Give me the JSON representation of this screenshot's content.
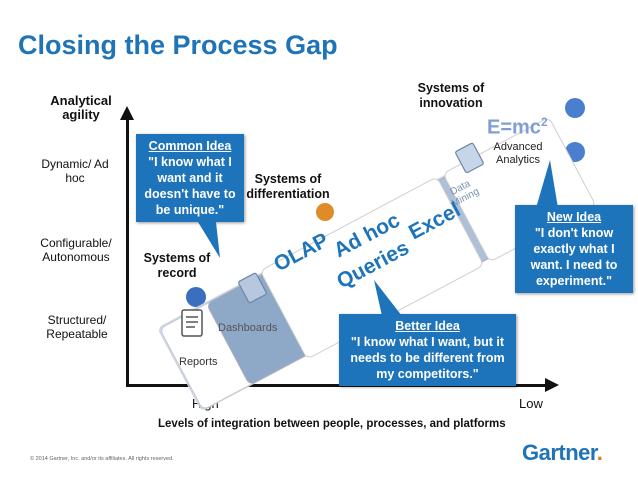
{
  "title": "Closing the Process Gap",
  "y_axis": {
    "title": "Analytical agility",
    "levels": [
      "Dynamic/ Ad hoc",
      "Configurable/ Autonomous",
      "Structured/ Repeatable"
    ]
  },
  "x_axis": {
    "left": "High",
    "right": "Low",
    "caption": "Levels of integration between people, processes, and platforms"
  },
  "systems": {
    "record": "Systems of record",
    "differentiation": "Systems of differentiation",
    "innovation": "Systems of innovation"
  },
  "panels": {
    "reports": "Reports",
    "dashboards": "Dashboards",
    "data_mining": "Data Mining",
    "tags": [
      "OLAP",
      "Ad hoc",
      "Queries",
      "Excel"
    ],
    "emc": "E=mc",
    "emc_sup": "2",
    "advanced": "Advanced Analytics"
  },
  "callouts": {
    "common": {
      "head": "Common Idea",
      "body": "\"I know what I want and it doesn't have to be unique.\""
    },
    "better": {
      "head": "Better Idea",
      "body": "\"I know what I want, but it needs to be different from my competitors.\""
    },
    "new": {
      "head": "New Idea",
      "body": "\"I don't know exactly what I want. I need to experiment.\""
    }
  },
  "colors": {
    "brand": "#1f73b7",
    "callout": "#1e74ba",
    "accent": "#e07a1f"
  },
  "logo": {
    "name": "Gartner",
    "dot": "."
  },
  "copyright": "© 2014 Gartner, Inc. and/or its affiliates. All rights reserved."
}
